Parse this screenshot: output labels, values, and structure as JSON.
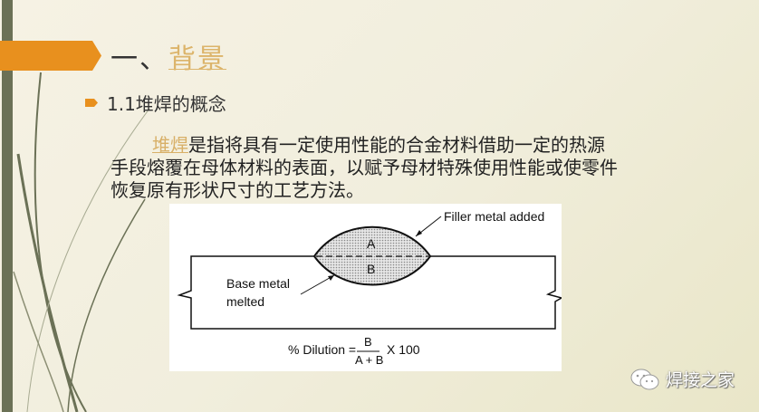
{
  "slide": {
    "title_prefix": "一、",
    "title_highlight": "背景",
    "subheading": "1.1堆焊的概念",
    "paragraph": {
      "term": "堆焊",
      "line1_rest": "是指将具有一定使用性能的合金材料借助一定的热源",
      "line2": "手段熔覆在母体材料的表面，以赋予母材特殊使用性能或使零件",
      "line3": "恢复原有形状尺寸的工艺方法。"
    },
    "figure": {
      "filler_label": "Filler metal added",
      "label_a": "A",
      "label_b": "B",
      "base_label_1": "Base metal",
      "base_label_2": "melted",
      "formula_prefix": "% Dilution =",
      "formula_numerator": "B",
      "formula_denominator": "A + B",
      "formula_suffix": "X 100"
    }
  },
  "watermark": {
    "icon": "wechat-icon",
    "text": "焊接之家"
  },
  "colors": {
    "accent_orange": "#e8901e",
    "highlight": "#dcb46a",
    "sidebar": "#6b7156"
  }
}
